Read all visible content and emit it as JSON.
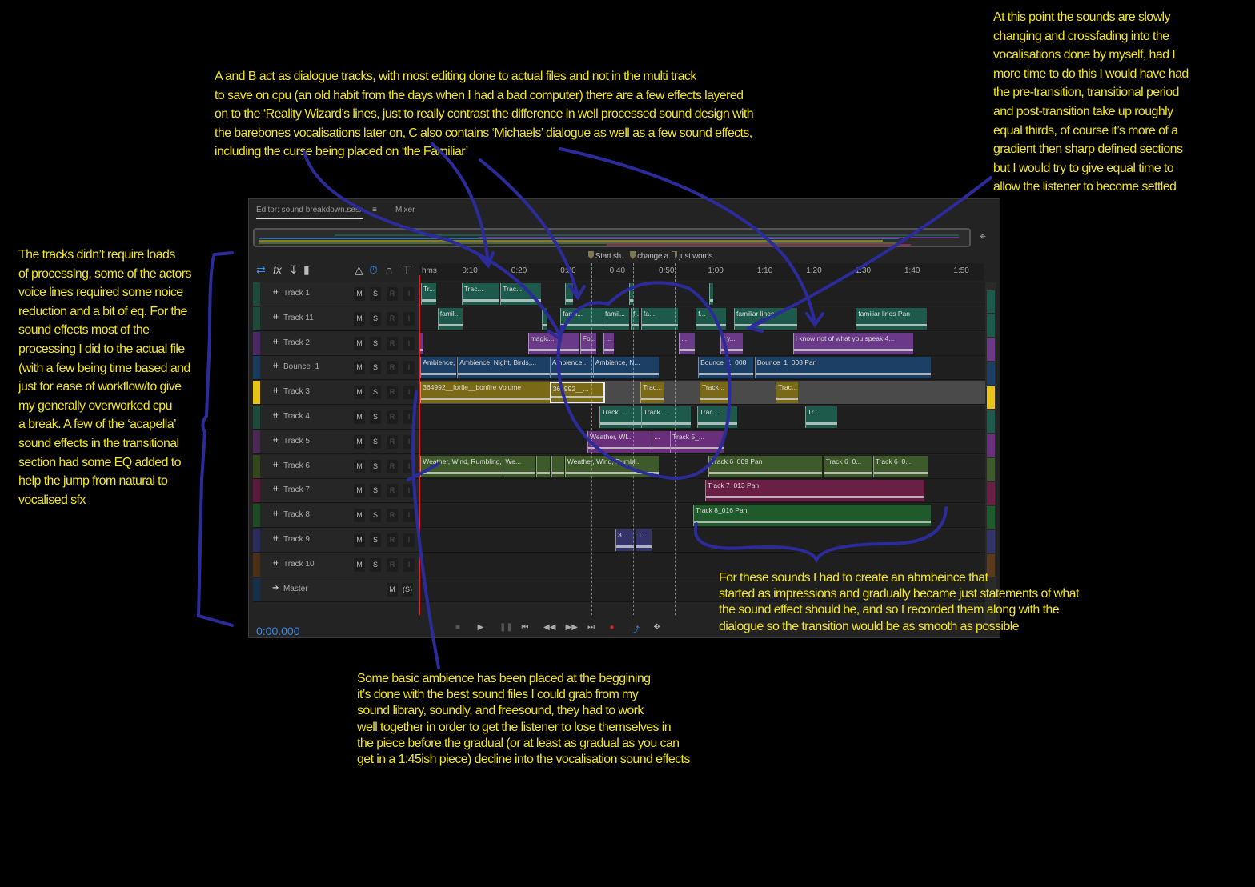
{
  "editor": {
    "tab_editor": "Editor: sound breakdown.sesx",
    "tab_menu_icon": "hamburger-icon",
    "tab_mixer": "Mixer",
    "time_display": "0:00.000",
    "ruler_label": "hms",
    "ruler_ticks": [
      "0:10",
      "0:20",
      "0:30",
      "0:40",
      "0:50",
      "1:00",
      "1:10",
      "1:20",
      "1:30",
      "1:40",
      "1:50"
    ],
    "markers": [
      {
        "label": "Start sh...",
        "time_s": 35
      },
      {
        "label": "change a...",
        "time_s": 43.5
      },
      {
        "label": "just words",
        "time_s": 52
      }
    ],
    "toolbar_left": [
      "switch-icon",
      "fx-icon",
      "send-icon",
      "meter-icon"
    ],
    "toolbar_right": [
      "metronome-icon",
      "time-select-icon",
      "snap-magnet-icon",
      "marker-pin-icon"
    ],
    "transport": [
      "stop-icon",
      "play-icon",
      "pause-icon",
      "go-to-start-icon",
      "rewind-icon",
      "fast-forward-icon",
      "go-to-end-icon",
      "record-icon",
      "loop-icon",
      "skip-selection-icon"
    ],
    "track_buttons": [
      "M",
      "S",
      "R",
      "I"
    ],
    "master_buttons": [
      "M",
      "(S)"
    ],
    "tracks": [
      {
        "name": "Track 1",
        "color": "#1f4a3a",
        "clip_color": "#1d5a4c",
        "clips": [
          [
            0.3,
            3.5,
            "Tr..."
          ],
          [
            8.6,
            16.3,
            "Trac..."
          ],
          [
            16.5,
            24.7,
            "Trac..."
          ],
          [
            29.7,
            31.3,
            ""
          ],
          [
            42.6,
            43.4,
            ""
          ],
          [
            59,
            59.8,
            ""
          ]
        ]
      },
      {
        "name": "Track 11",
        "color": "#1f4a3a",
        "clip_color": "#1d5a4c",
        "clips": [
          [
            3.7,
            8.8,
            "famil..."
          ],
          [
            24.9,
            26,
            ""
          ],
          [
            28.7,
            37.3,
            "famil..."
          ],
          [
            37.3,
            42.7,
            "famil..."
          ],
          [
            43,
            44.6,
            "f..."
          ],
          [
            45.1,
            52.6,
            "fa..."
          ],
          [
            56.2,
            62.4,
            "f..."
          ],
          [
            64,
            76.9,
            "familiar lines"
          ],
          [
            88.8,
            103.3,
            "familiar lines  Pan"
          ]
        ]
      },
      {
        "name": "Track 2",
        "color": "#4a2a62",
        "clip_color": "#6a3a88",
        "clips": [
          [
            0,
            0.7,
            ""
          ],
          [
            22.1,
            32.4,
            "magic..."
          ],
          [
            32.7,
            36,
            "Fol..."
          ],
          [
            37.5,
            39.6,
            "..."
          ],
          [
            52.8,
            56,
            "..."
          ],
          [
            61.2,
            65.8,
            "r y..."
          ],
          [
            76,
            100.5,
            "I know not of what you speak 4..."
          ]
        ]
      },
      {
        "name": "Bounce_1",
        "color": "#1c3a5c",
        "clip_color": "#1c3f66",
        "clips": [
          [
            0.2,
            7.5,
            "Ambience,"
          ],
          [
            7.7,
            26.5,
            "Ambience, Night, Birds,..."
          ],
          [
            26.5,
            35.3,
            "Ambience..."
          ],
          [
            35.3,
            48.7,
            "Ambience, N..."
          ],
          [
            56.7,
            67.9,
            "Bounce_1_008"
          ],
          [
            68.2,
            104,
            "Bounce_1_008                 Pan"
          ]
        ]
      },
      {
        "name": "Track 3",
        "color": "#e8c21c",
        "clip_color": "#7a6a18",
        "selected": true,
        "clips": [
          [
            0.2,
            26.5,
            "364992__forfie__bonfire     Volume"
          ],
          [
            26.5,
            37.8,
            "364992__...",
            "sel"
          ],
          [
            45,
            49.8,
            "Trac..."
          ],
          [
            57,
            62.9,
            "Track..."
          ],
          [
            72.5,
            77,
            "Trac..."
          ]
        ]
      },
      {
        "name": "Track 4",
        "color": "#1f4a3a",
        "clip_color": "#1d5a4c",
        "clips": [
          [
            36.6,
            45.1,
            "Track ..."
          ],
          [
            45.1,
            55.2,
            "Track ..."
          ],
          [
            56.5,
            64.7,
            "Trac..."
          ],
          [
            78.5,
            85,
            "Tr..."
          ]
        ]
      },
      {
        "name": "Track 5",
        "color": "#4a2a52",
        "clip_color": "#6a2f7a",
        "clips": [
          [
            34.2,
            47.2,
            "Weather, WI..."
          ],
          [
            47.3,
            51,
            "..."
          ],
          [
            51,
            61.9,
            "Track 5_..."
          ]
        ]
      },
      {
        "name": "Track 6",
        "color": "#34461f",
        "clip_color": "#3e5a2a",
        "clips": [
          [
            0.2,
            17,
            "Weather, Wind, Rumbling,"
          ],
          [
            17,
            23.6,
            "We..."
          ],
          [
            23.8,
            26.6,
            ""
          ],
          [
            26.8,
            29.4,
            ""
          ],
          [
            29.6,
            48.7,
            "Weather, Wind, Rumbl..."
          ],
          [
            58.8,
            81.9,
            "Track 6_009                Pan"
          ],
          [
            82.2,
            92,
            "Track 6_0..."
          ],
          [
            92.3,
            103.6,
            "Track 6_0..."
          ]
        ]
      },
      {
        "name": "Track 7",
        "color": "#5a1a3a",
        "clip_color": "#6a1f45",
        "clips": [
          [
            58.1,
            102.8,
            "Track 7_013                                          Pan"
          ]
        ]
      },
      {
        "name": "Track 8",
        "color": "#1f4a24",
        "clip_color": "#1f5a2a",
        "clips": [
          [
            55.7,
            104,
            "Track 8_016                                             Pan"
          ]
        ]
      },
      {
        "name": "Track 9",
        "color": "#2c2c5a",
        "clip_color": "#34346a",
        "clips": [
          [
            39.9,
            43.6,
            "3..."
          ],
          [
            44,
            47.2,
            "T..."
          ]
        ]
      },
      {
        "name": "Track 10",
        "color": "#4a3018",
        "clip_color": "#5a3a1a",
        "clips": []
      }
    ],
    "master": {
      "name": "Master",
      "color": "#16304a"
    }
  },
  "annotations": {
    "top_center": [
      "A and B act as dialogue tracks, with most editing done to actual files and not in the multi track",
      "to save on cpu (an old habit from the days when I had a bad computer) there are a few effects layered",
      "on to the ‘Reality Wizard’s lines, just to really contrast the difference in well processed sound design with",
      "the barebones vocalisations later on, C also contains ‘Michaels’ dialogue as well as a few sound effects,",
      "including the curse being placed on ‘the Familiar’"
    ],
    "top_right": [
      "At this point the sounds are slowly",
      "changing and crossfading into the",
      "vocalisations done by myself, had I",
      "more time to do this I would have had",
      "the pre-transition, transitional period",
      "and post-transition take up roughly",
      "equal thirds, of course it’s more of a",
      "gradient then sharp defined sections",
      "but I would try to give equal time to",
      "allow the listener to become settled"
    ],
    "left": [
      "The tracks didn’t require loads",
      "of processing, some of the actors",
      "voice lines required some noice",
      "reduction and a bit of eq. For the",
      "sound effects most of the",
      "processing I did to the actual file",
      "(with a few being time based and",
      "just for ease of workflow/to give",
      "my generally overworked cpu",
      "a break. A few of the ‘acapella’",
      "sound effects in the transitional",
      "section had some EQ added to",
      "help the jump from natural to",
      "vocalised sfx"
    ],
    "bottom_right": [
      "For these sounds I had to create an abmbeince that",
      "started as impressions and gradually became just statements of what",
      "the sound effect should be, and so I recorded them along with the",
      "dialogue so the transition would be as smooth as possible"
    ],
    "bottom_center": [
      "Some basic ambience has been placed at the beggining",
      "it’s done with the best sound files I could grab from my",
      "sound library, soundly, and freesound, they had to work",
      "well together in order to get the listener to lose themselves in",
      "the piece before the gradual (or at least as gradual as you can",
      "get in a 1:45ish piece) decline into the vocalisation sound effects"
    ],
    "ink_color": "#2b2b9a",
    "text_color": "#f2e51a"
  }
}
